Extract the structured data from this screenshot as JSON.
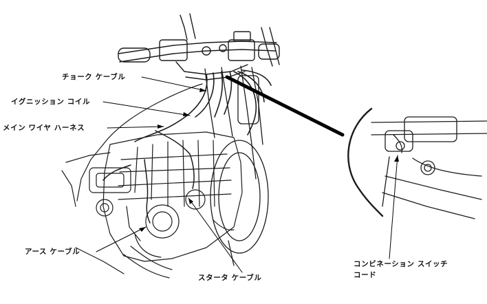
{
  "diagram": {
    "callouts": {
      "choke_cable": "チョーク ケーブル",
      "ignition_coil": "イグニッション コイル",
      "main_wire_harness": "メイン ワイヤ ハーネス",
      "earth_cable": "アース ケーブル",
      "starter_cable": "スタータ ケーブル",
      "combination_switch_cord_line1": "コンビネーション スイッチ",
      "combination_switch_cord_line2": "コード"
    }
  }
}
